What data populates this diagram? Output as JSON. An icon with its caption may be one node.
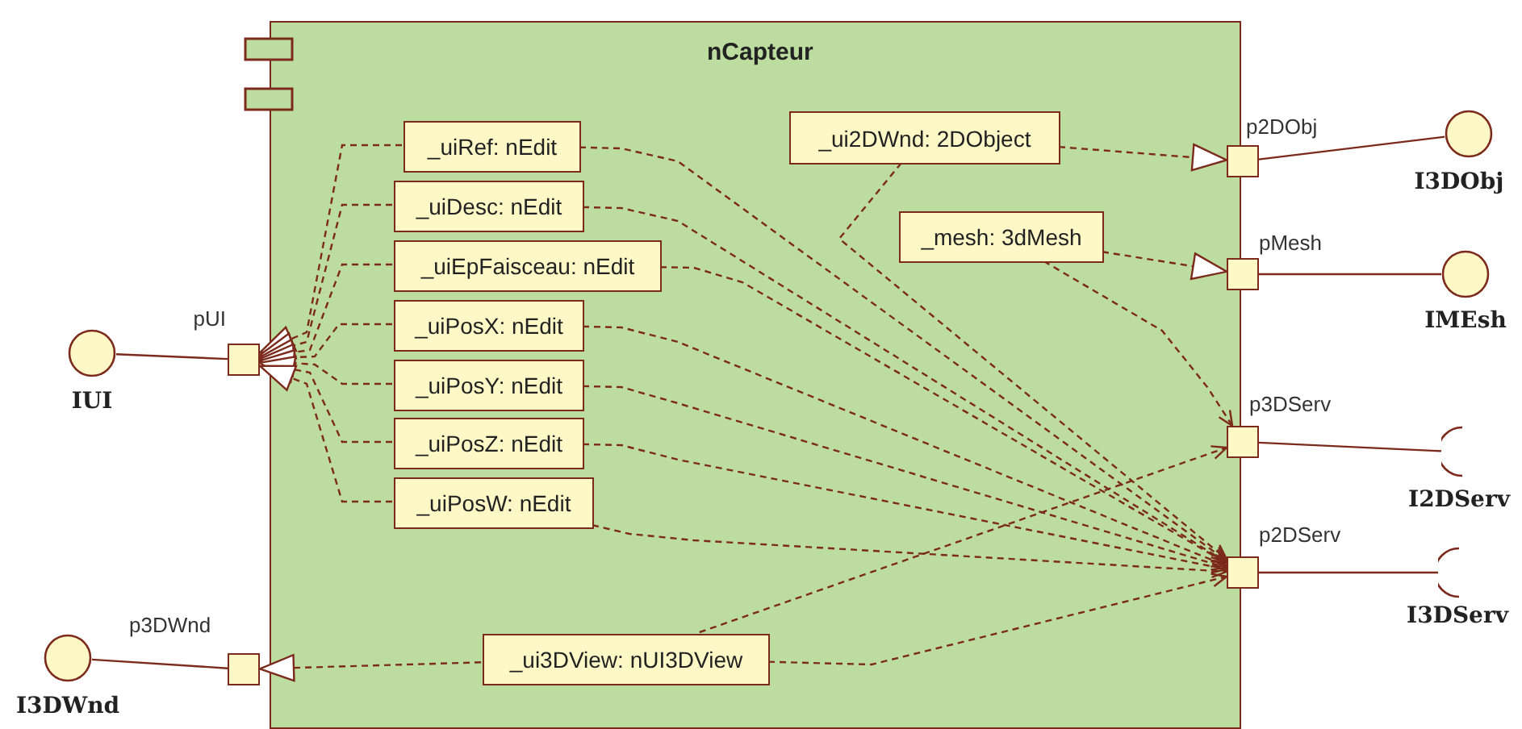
{
  "diagram": {
    "nodes": [
      {
        "text": [
          "nCapteur"
        ]
      },
      {
        "text": [
          "_uiRef: nEdit"
        ],
        "in": 0
      },
      {
        "text": [
          "_uiDesc: nEdit"
        ],
        "in": 0
      },
      {
        "text": [
          "_uiEpFaisceau: nEdit"
        ],
        "in": 0
      },
      {
        "text": [
          "_uiPosX: nEdit"
        ],
        "in": 0
      },
      {
        "text": [
          "_uiPosY: nEdit"
        ],
        "in": 0
      },
      {
        "text": [
          "_uiPosZ: nEdit"
        ],
        "in": 0
      },
      {
        "text": [
          "_uiPosW: nEdit"
        ],
        "in": 0
      },
      {
        "text": [
          "_ui2DWnd: 2DObject"
        ],
        "in": 0
      },
      {
        "text": [
          "_mesh: 3dMesh"
        ],
        "in": 0
      },
      {
        "text": [
          "_ui3DView: nUI3DView"
        ],
        "in": 0
      },
      {
        "text": [
          "pUI"
        ]
      },
      {
        "text": [
          "p3DWnd"
        ]
      },
      {
        "text": [
          "p2DObj"
        ]
      },
      {
        "text": [
          "pMesh"
        ]
      },
      {
        "text": [
          "p3DServ"
        ]
      },
      {
        "text": [
          "p2DServ"
        ]
      },
      {
        "text": [
          "IUI"
        ]
      },
      {
        "text": [
          "I3DWnd"
        ]
      },
      {
        "text": [
          "I3DObj"
        ]
      },
      {
        "text": [
          "IMEsh"
        ]
      },
      {
        "text": [
          "I2DServ"
        ]
      },
      {
        "text": [
          "I3DServ"
        ]
      }
    ],
    "edges": [
      {
        "from": 1,
        "to": 11,
        "arrow": "to",
        "style": "dashed"
      },
      {
        "from": 2,
        "to": 11,
        "arrow": "to",
        "style": "dashed"
      },
      {
        "from": 3,
        "to": 11,
        "arrow": "to",
        "style": "dashed"
      },
      {
        "from": 4,
        "to": 11,
        "arrow": "to",
        "style": "dashed"
      },
      {
        "from": 5,
        "to": 11,
        "arrow": "to",
        "style": "dashed"
      },
      {
        "from": 6,
        "to": 11,
        "arrow": "to",
        "style": "dashed"
      },
      {
        "from": 7,
        "to": 11,
        "arrow": "to",
        "style": "dashed"
      },
      {
        "from": 1,
        "to": 16,
        "arrow": "to",
        "style": "dashed"
      },
      {
        "from": 2,
        "to": 16,
        "arrow": "to",
        "style": "dashed"
      },
      {
        "from": 3,
        "to": 16,
        "arrow": "to",
        "style": "dashed"
      },
      {
        "from": 4,
        "to": 16,
        "arrow": "to",
        "style": "dashed"
      },
      {
        "from": 5,
        "to": 16,
        "arrow": "to",
        "style": "dashed"
      },
      {
        "from": 6,
        "to": 16,
        "arrow": "to",
        "style": "dashed"
      },
      {
        "from": 7,
        "to": 16,
        "arrow": "to",
        "style": "dashed"
      },
      {
        "from": 8,
        "to": 13,
        "arrow": "to",
        "style": "dashed"
      },
      {
        "from": 8,
        "to": 16,
        "arrow": "to",
        "style": "dashed"
      },
      {
        "from": 9,
        "to": 14,
        "arrow": "to",
        "style": "dashed"
      },
      {
        "from": 9,
        "to": 15,
        "arrow": "to",
        "style": "dashed"
      },
      {
        "from": 10,
        "to": 12,
        "arrow": "to",
        "style": "dashed"
      },
      {
        "from": 10,
        "to": 15,
        "arrow": "to",
        "style": "dashed"
      },
      {
        "from": 10,
        "to": 16,
        "arrow": "to",
        "style": "dashed"
      },
      {
        "from": 11,
        "to": 17,
        "arrow": "none"
      },
      {
        "from": 12,
        "to": 18,
        "arrow": "none"
      },
      {
        "from": 13,
        "to": 19,
        "arrow": "none"
      },
      {
        "from": 14,
        "to": 20,
        "arrow": "none"
      },
      {
        "from": 15,
        "to": 21,
        "arrow": "none"
      },
      {
        "from": 16,
        "to": 22,
        "arrow": "none"
      }
    ]
  }
}
